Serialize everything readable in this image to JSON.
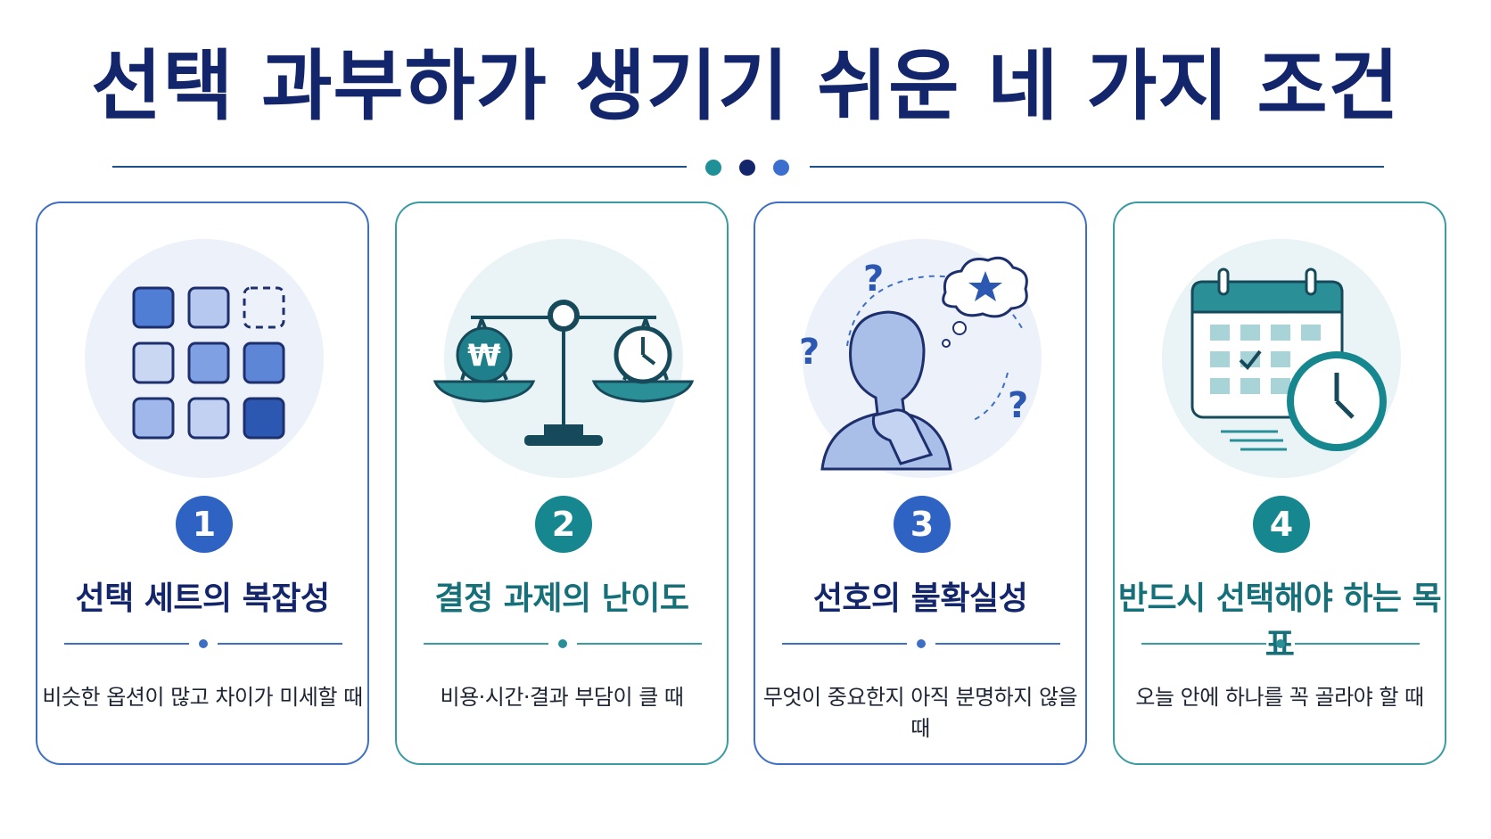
{
  "title": "선택 과부하가 생기기 쉬운 네 가지 조건",
  "colors": {
    "navy": "#13256b",
    "blue": "#2e63c4",
    "teal": "#16878f",
    "light_blue_bg": "#edf2fa",
    "light_teal_bg": "#eaf4f6"
  },
  "cards": [
    {
      "number": "1",
      "title": "선택 세트의 복잡성",
      "description": "비슷한 옵션이 많고 차이가 미세할 때",
      "icon": "option-grid-icon",
      "accent": "blue"
    },
    {
      "number": "2",
      "title": "결정 과제의 난이도",
      "description": "비용·시간·결과 부담이 클 때",
      "icon": "balance-scale-icon",
      "accent": "teal"
    },
    {
      "number": "3",
      "title": "선호의 불확실성",
      "description": "무엇이 중요한지 아직 분명하지 않을 때",
      "icon": "thinking-person-icon",
      "accent": "blue"
    },
    {
      "number": "4",
      "title": "반드시 선택해야 하는 목표",
      "description": "오늘 안에 하나를 꼭 골라야 할 때",
      "icon": "calendar-clock-icon",
      "accent": "teal"
    }
  ]
}
